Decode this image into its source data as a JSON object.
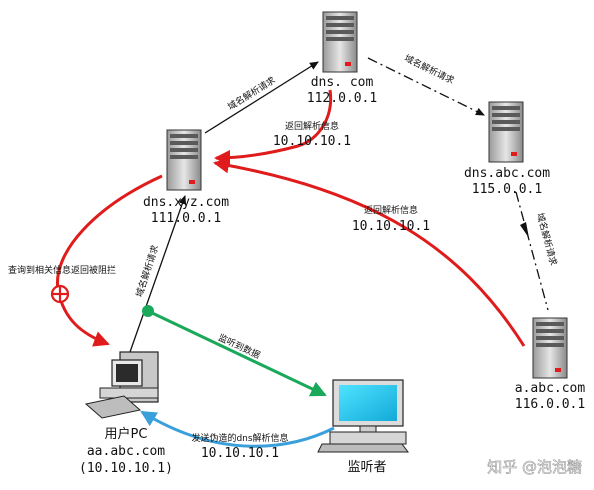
{
  "nodes": {
    "dns_root": {
      "name": "dns.  com",
      "ip": "112.0.0.1"
    },
    "dns_xyz": {
      "name": "dns.xyz.com",
      "ip": "111.0.0.1"
    },
    "dns_abc": {
      "name": "dns.abc.com",
      "ip": "115.0.0.1"
    },
    "a_abc": {
      "name": "a.abc.com",
      "ip": "116.0.0.1"
    },
    "user_pc": {
      "name": "用户PC",
      "host": "aa.abc.com",
      "ip": "(10.10.10.1)"
    },
    "sniffer": {
      "name": "监听者"
    }
  },
  "edges": {
    "xyz_to_root": {
      "label": "域名解析请求"
    },
    "root_to_abc": {
      "label": "域名解析请求"
    },
    "root_reply": {
      "label": "返回解析信息",
      "value": "10.10.10.1"
    },
    "abc_to_a": {
      "label": "域名解析请求"
    },
    "a_reply": {
      "label": "返回解析信息",
      "value": "10.10.10.1"
    },
    "pc_to_xyz": {
      "label": "域名解析请求"
    },
    "sniffed": {
      "label": "监听到数据"
    },
    "spoof": {
      "label": "发送伪造的dns解析信息",
      "value": "10.10.10.1"
    },
    "blocked": {
      "label": "查询到相关信息返回被阻拦"
    }
  },
  "watermark": "知乎 @泡泡糖",
  "colors": {
    "red": "#e01b1b",
    "green": "#1aa85a",
    "blue": "#3aa0dc",
    "black": "#111111"
  }
}
